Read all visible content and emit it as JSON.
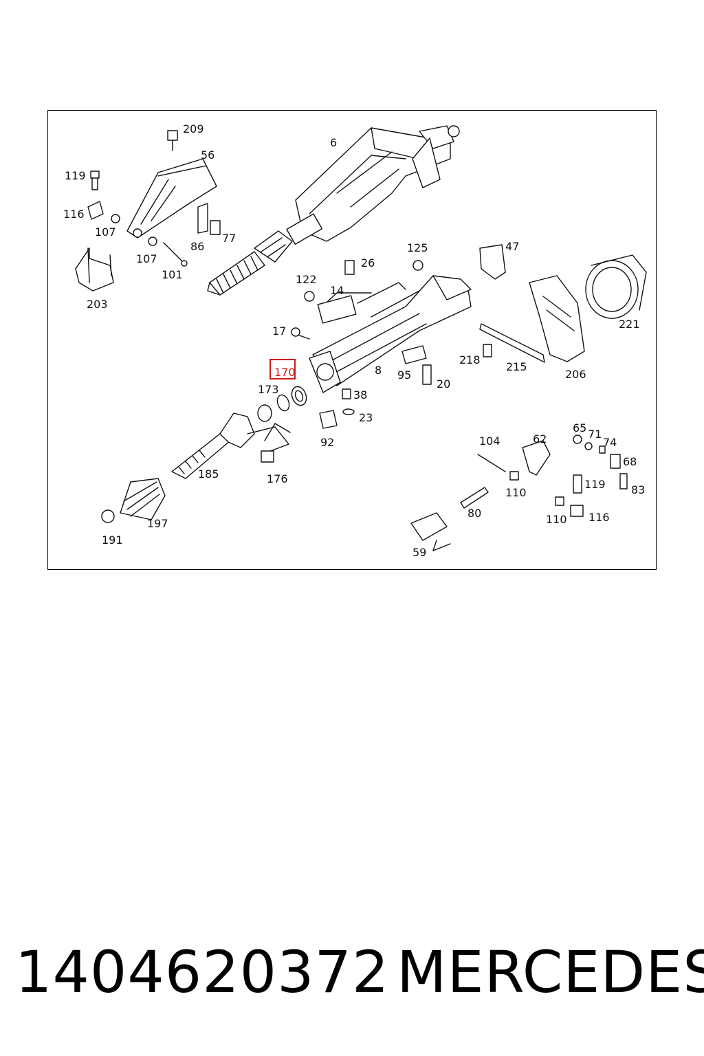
{
  "footer": {
    "part_number": "1404620372",
    "brand": "MERCEDES"
  },
  "highlight": {
    "label": "170",
    "color": "#d01818"
  },
  "callouts": [
    "209",
    "56",
    "119",
    "116",
    "107",
    "107",
    "86",
    "77",
    "101",
    "203",
    "6",
    "26",
    "125",
    "47",
    "122",
    "14",
    "17",
    "8",
    "221",
    "206",
    "215",
    "218",
    "95",
    "20",
    "170",
    "173",
    "38",
    "23",
    "92",
    "185",
    "176",
    "197",
    "191",
    "104",
    "62",
    "65",
    "71",
    "74",
    "68",
    "119",
    "83",
    "110",
    "110",
    "116",
    "80",
    "59"
  ]
}
